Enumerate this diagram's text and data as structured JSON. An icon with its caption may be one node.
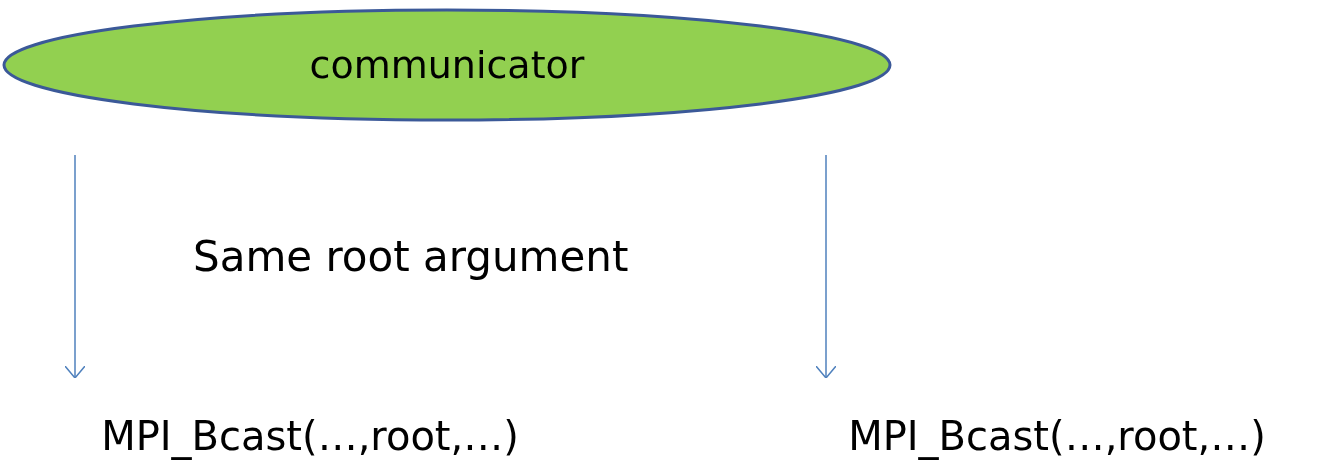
{
  "diagram": {
    "nodes": [
      {
        "text": [
          "communicator"
        ]
      },
      {
        "text": [
          "MPI_Bcast(…,root,…)"
        ]
      },
      {
        "text": [
          "MPI_Bcast(…,root,…)"
        ]
      }
    ],
    "edges": [
      {
        "from": null,
        "to": 1,
        "arrow": "to"
      },
      {
        "from": null,
        "to": 2,
        "arrow": "to"
      }
    ],
    "labels": [
      "Same root argument"
    ]
  }
}
